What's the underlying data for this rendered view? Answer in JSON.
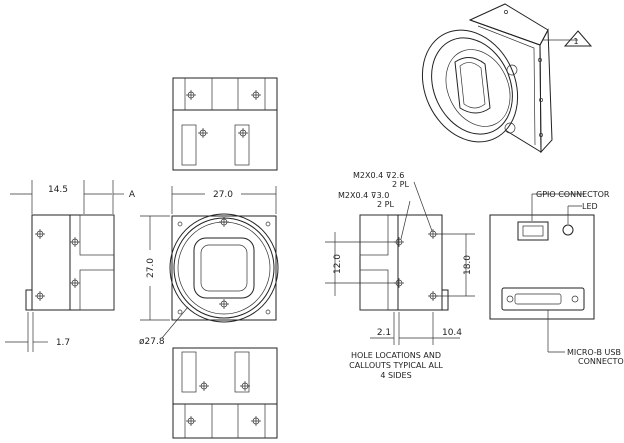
{
  "dimensions": {
    "d_14_5": "14.5",
    "d_A": "A",
    "d_27_0_w": "27.0",
    "d_27_0_h": "27.0",
    "d_1_7": "1.7",
    "d_27_8": "ø27.8",
    "d_12_0": "12.0",
    "d_18_0": "18.0",
    "d_2_1": "2.1",
    "d_10_4": "10.4"
  },
  "callouts": {
    "thread1_line1": "M2X0.4 ⊽2.6",
    "thread1_line2": "2 PL",
    "thread2_line1": "M2X0.4 ⊽3.0",
    "thread2_line2": "2 PL",
    "revision_mark": "1"
  },
  "connector_labels": {
    "gpio": "GPIO CONNECTOR",
    "led": "LED",
    "usb_line1": "MICRO-B USB",
    "usb_line2": "CONNECTOR"
  },
  "notes": {
    "holes_line1": "HOLE LOCATIONS AND",
    "holes_line2": "CALLOUTS TYPICAL ALL",
    "holes_line3": "4 SIDES"
  }
}
